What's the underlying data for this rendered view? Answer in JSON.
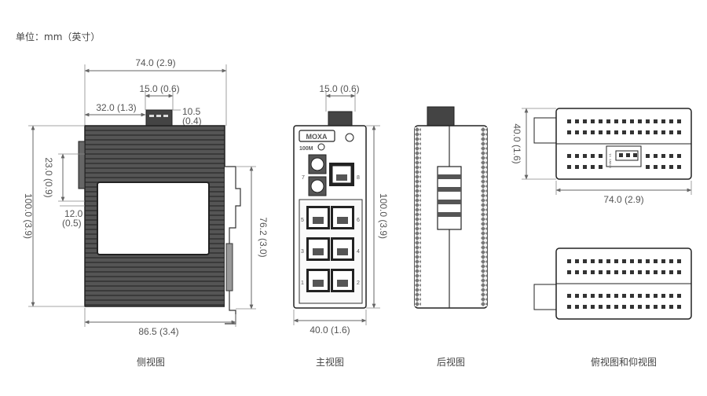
{
  "unit_note": "单位：mm（英寸）",
  "captions": {
    "side": "侧视图",
    "front": "主视图",
    "back": "后视图",
    "top_bottom": "俯视图和仰视图"
  },
  "dimensions": {
    "side_width": "74.0 (2.9)",
    "side_port_width": "15.0 (0.6)",
    "side_offset": "32.0 (1.3)",
    "side_protrusion_a": "10.5",
    "side_protrusion_b": "(0.4)",
    "side_height": "100.0 (3.9)",
    "side_inner": "23.0 (0.9)",
    "side_small_a": "12.0",
    "side_small_b": "(0.5)",
    "side_rail_height": "76.2 (3.0)",
    "side_depth": "86.5 (3.4)",
    "front_port_width": "15.0 (0.6)",
    "front_height": "100.0 (3.9)",
    "front_width": "40.0 (1.6)",
    "top_depth": "40.0 (1.6)",
    "top_width": "74.0 (2.9)"
  },
  "front_panel": {
    "brand": "MOXA",
    "speed_label": "100M",
    "port_numbers": [
      "7",
      "8",
      "5",
      "6",
      "3",
      "4",
      "1",
      "2"
    ]
  },
  "terminal_labels": [
    "V1",
    "V2",
    "GND"
  ]
}
